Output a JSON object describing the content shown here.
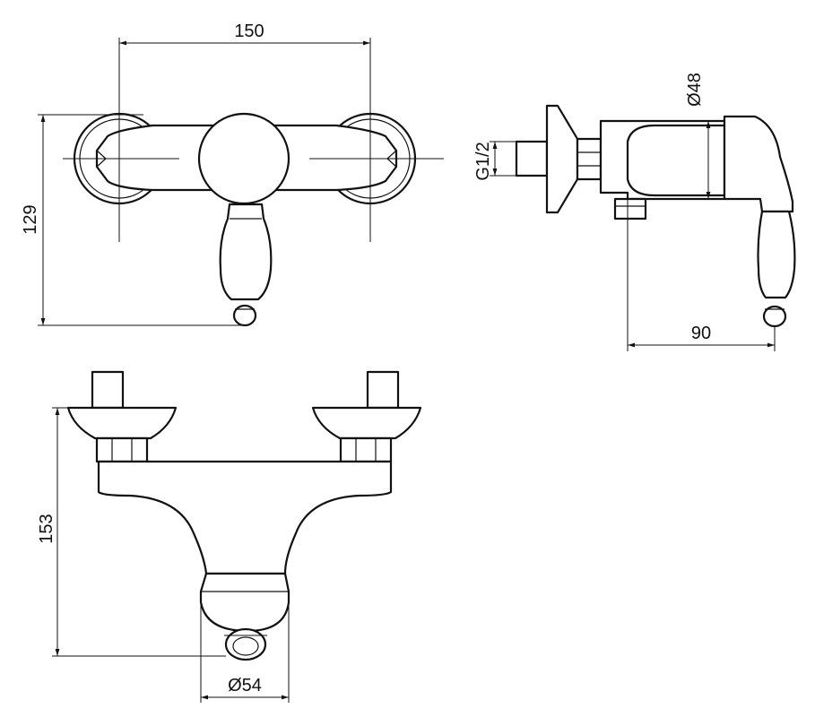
{
  "drawing": {
    "dimensions": {
      "top_width": "150",
      "top_height": "129",
      "side_diameter": "Ø48",
      "side_thread": "G1/2",
      "side_depth": "90",
      "front_height": "153",
      "front_diameter": "Ø54"
    }
  }
}
